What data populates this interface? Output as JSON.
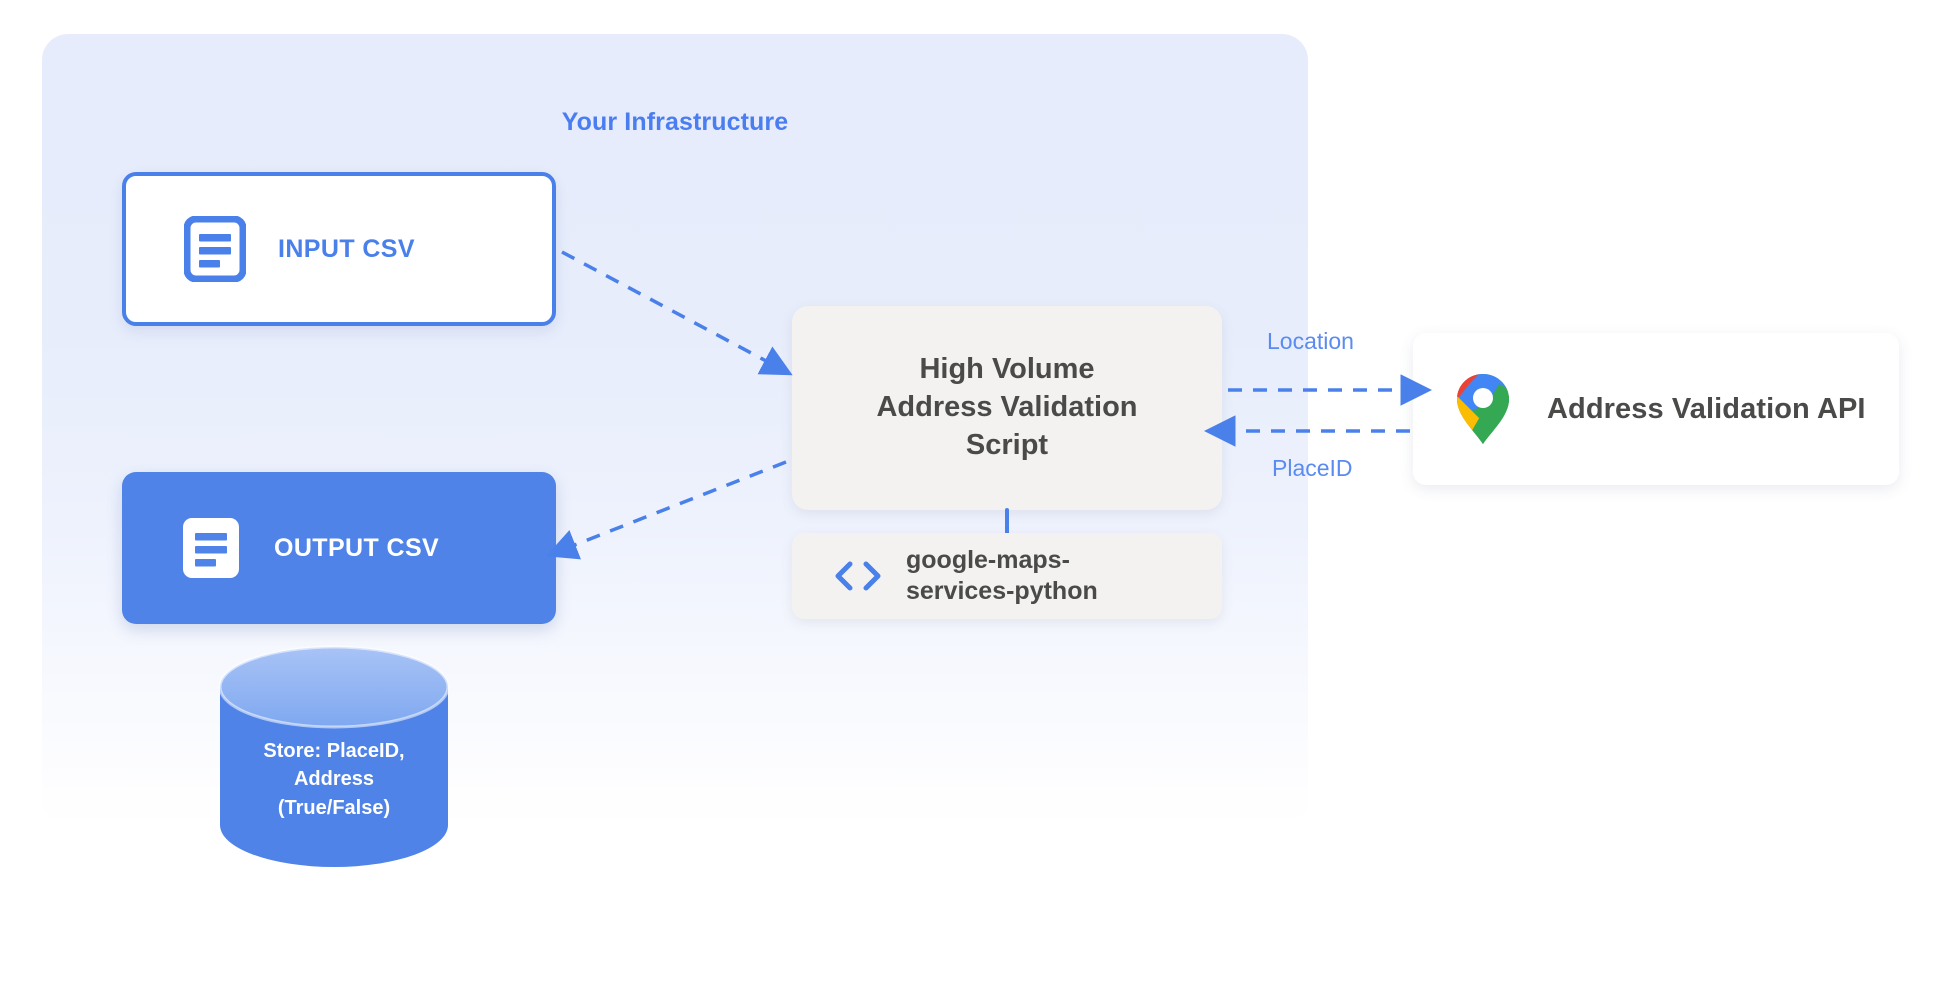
{
  "panel": {
    "title": "Your Infrastructure",
    "accent_color": "#4a80ea",
    "background_color": "#e6ecfb"
  },
  "nodes": {
    "input_csv": {
      "label": "INPUT CSV",
      "icon": "document-icon",
      "style": "outlined",
      "border_color": "#4a80ea",
      "text_color": "#4a80ea",
      "background_color": "#ffffff"
    },
    "output_csv": {
      "label": "OUTPUT CSV",
      "icon": "document-icon",
      "style": "filled",
      "background_color": "#4f83e8",
      "text_color": "#ffffff"
    },
    "script": {
      "line1": "High Volume",
      "line2": "Address Validation",
      "line3": "Script",
      "background_color": "#f3f2f0",
      "text_color": "#4a4a48"
    },
    "library": {
      "line1": "google-maps-",
      "line2": "services-python",
      "icon": "code-icon",
      "icon_color": "#4a80ea",
      "background_color": "#f3f2f0",
      "text_color": "#4a4a48"
    },
    "api": {
      "label": "Address Validation API",
      "icon": "google-maps-pin-icon",
      "background_color": "#ffffff",
      "text_color": "#4a4a48"
    },
    "database": {
      "line1": "Store: PlaceID,",
      "line2": "Address",
      "line3": "(True/False)",
      "body_color": "#4f83e8",
      "top_color": "#8fb2f2",
      "text_color": "#ffffff"
    }
  },
  "edges": {
    "input_to_script": {
      "label": "",
      "style": "dashed",
      "color": "#4a80ea"
    },
    "script_to_output": {
      "label": "",
      "style": "dashed",
      "color": "#4a80ea"
    },
    "script_to_api": {
      "label": "Location",
      "style": "dashed",
      "color": "#5a8bf0"
    },
    "api_to_script": {
      "label": "PlaceID",
      "style": "dashed",
      "color": "#5a8bf0"
    },
    "script_to_library": {
      "label": "",
      "style": "solid",
      "color": "#4a80ea"
    }
  }
}
